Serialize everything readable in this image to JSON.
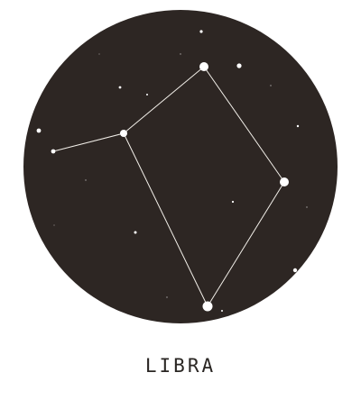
{
  "title": "LIBRA",
  "colors": {
    "background": "#ffffff",
    "sky": "#2d2623",
    "star": "#ffffff",
    "line": "#f2efe9",
    "title_text": "#2a2623"
  },
  "constellation": {
    "name": "Libra",
    "stars": [
      "star-a",
      "star-b",
      "star-c",
      "star-d",
      "star-e"
    ],
    "lines": [
      [
        "star-e",
        "star-d"
      ],
      [
        "star-d",
        "star-a"
      ],
      [
        "star-a",
        "star-b"
      ],
      [
        "star-b",
        "star-c"
      ],
      [
        "star-c",
        "star-d"
      ]
    ]
  }
}
